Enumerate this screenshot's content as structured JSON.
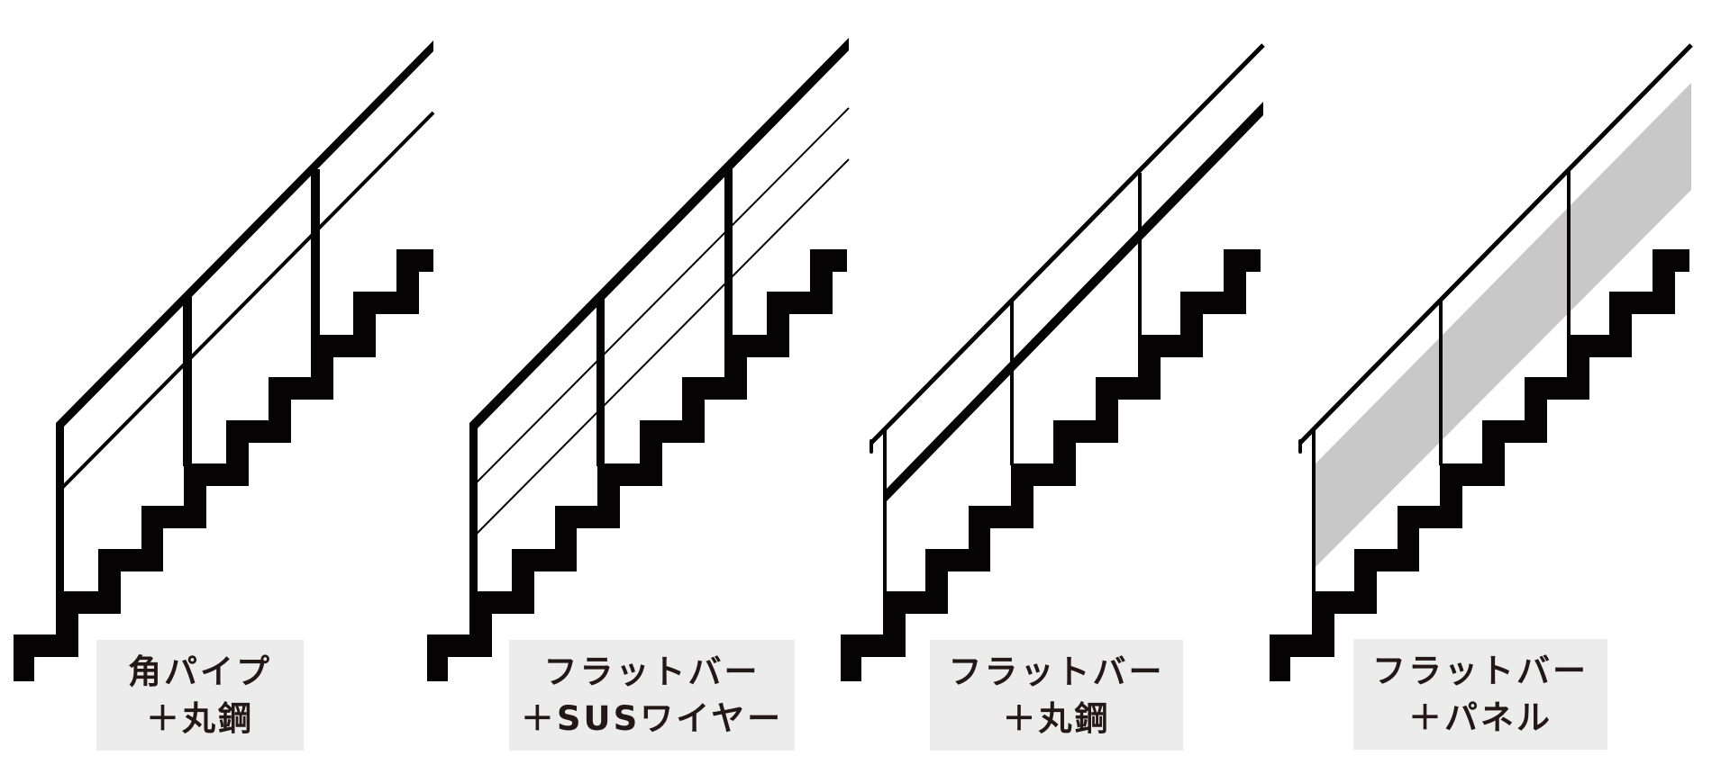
{
  "colors": {
    "ink": "#050303",
    "panel_fill": "#c8c8c8",
    "label_bg": "#ececed",
    "label_text": "#231815",
    "background": "#ffffff"
  },
  "panels": [
    {
      "id": "square-pipe-round-steel",
      "line1": "角パイプ",
      "line2": "＋丸鋼"
    },
    {
      "id": "flat-bar-sus-wire",
      "line1": "フラットバー",
      "line2": "＋SUSワイヤー"
    },
    {
      "id": "flat-bar-round-steel",
      "line1": "フラットバー",
      "line2": "＋丸鋼"
    },
    {
      "id": "flat-bar-panel",
      "line1": "フラットバー",
      "line2": "＋パネル"
    }
  ]
}
